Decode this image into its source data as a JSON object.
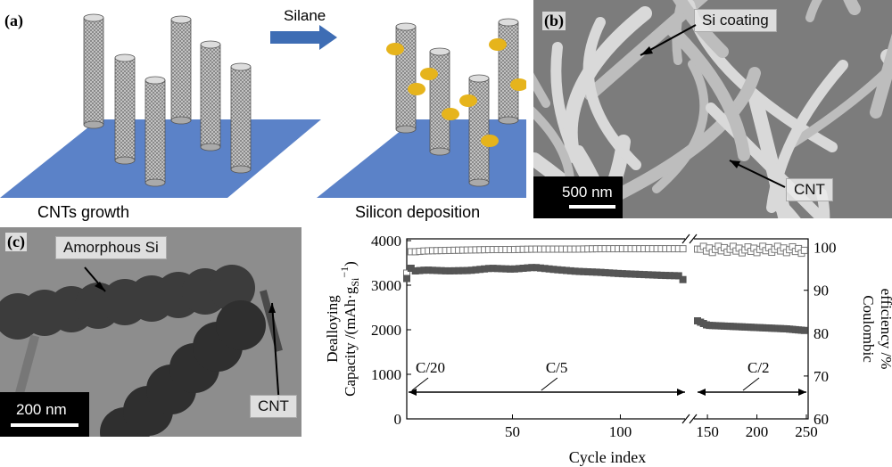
{
  "panel_a": {
    "label": "(a)",
    "arrow_text": "Silane",
    "caption_left": "CNTs growth",
    "caption_right": "Silicon deposition"
  },
  "panel_b": {
    "label": "(b)",
    "tag_si": "Si coating",
    "tag_cnt": "CNT",
    "scale": "500 nm"
  },
  "panel_c": {
    "label": "(c)",
    "tag_amorphous": "Amorphous Si",
    "tag_cnt": "CNT",
    "scale": "200 nm"
  },
  "chart_data": {
    "type": "scatter",
    "xlabel": "Cycle index",
    "ylabel_left_line1": "Dealloying",
    "ylabel_left_line2": "Capacity /(mAh·g",
    "ylabel_left_sub": "Si",
    "ylabel_left_sup": "−1",
    "ylabel_left_end": ")",
    "ylabel_right_line1": "Coulombic",
    "ylabel_right_line2": "efficiency /%",
    "x_ticks_left_segment": [
      "50",
      "100"
    ],
    "x_ticks_right_segment": [
      "150",
      "200",
      "250"
    ],
    "y_ticks_left": [
      "0",
      "1000",
      "2000",
      "3000",
      "4000"
    ],
    "y_ticks_right": [
      "60",
      "70",
      "80",
      "90",
      "100"
    ],
    "ylim_left": [
      0,
      4000
    ],
    "ylim_right": [
      60,
      102
    ],
    "x_break_between": [
      130,
      140
    ],
    "rates": [
      {
        "label": "C/20",
        "x_start": 1,
        "x_end": 5
      },
      {
        "label": "C/5",
        "x_start": 5,
        "x_end": 130
      },
      {
        "label": "C/2",
        "x_start": 140,
        "x_end": 250
      }
    ],
    "series": [
      {
        "marker": "filled-square",
        "axis": "left",
        "points": [
          [
            1,
            3150
          ],
          [
            2,
            3600
          ],
          [
            3,
            3380
          ],
          [
            5,
            3320
          ],
          [
            10,
            3340
          ],
          [
            20,
            3320
          ],
          [
            30,
            3330
          ],
          [
            40,
            3380
          ],
          [
            50,
            3360
          ],
          [
            60,
            3400
          ],
          [
            70,
            3350
          ],
          [
            80,
            3310
          ],
          [
            90,
            3290
          ],
          [
            100,
            3260
          ],
          [
            110,
            3240
          ],
          [
            120,
            3220
          ],
          [
            128,
            3210
          ],
          [
            140,
            2200
          ],
          [
            150,
            2100
          ],
          [
            170,
            2080
          ],
          [
            190,
            2060
          ],
          [
            210,
            2040
          ],
          [
            230,
            2020
          ],
          [
            250,
            1980
          ]
        ]
      },
      {
        "marker": "open-square",
        "axis": "right",
        "points": [
          [
            1,
            94
          ],
          [
            2,
            98
          ],
          [
            3,
            99
          ],
          [
            5,
            99
          ],
          [
            10,
            99.2
          ],
          [
            20,
            99.3
          ],
          [
            30,
            99.4
          ],
          [
            40,
            99.5
          ],
          [
            50,
            99.5
          ],
          [
            60,
            99.6
          ],
          [
            70,
            99.6
          ],
          [
            80,
            99.6
          ],
          [
            90,
            99.7
          ],
          [
            100,
            99.7
          ],
          [
            110,
            99.7
          ],
          [
            120,
            99.7
          ],
          [
            128,
            99.7
          ],
          [
            140,
            99.6
          ],
          [
            150,
            99.5
          ],
          [
            170,
            99.6
          ],
          [
            190,
            99.4
          ],
          [
            210,
            99.6
          ],
          [
            230,
            99.5
          ],
          [
            250,
            99.3
          ]
        ]
      }
    ]
  }
}
